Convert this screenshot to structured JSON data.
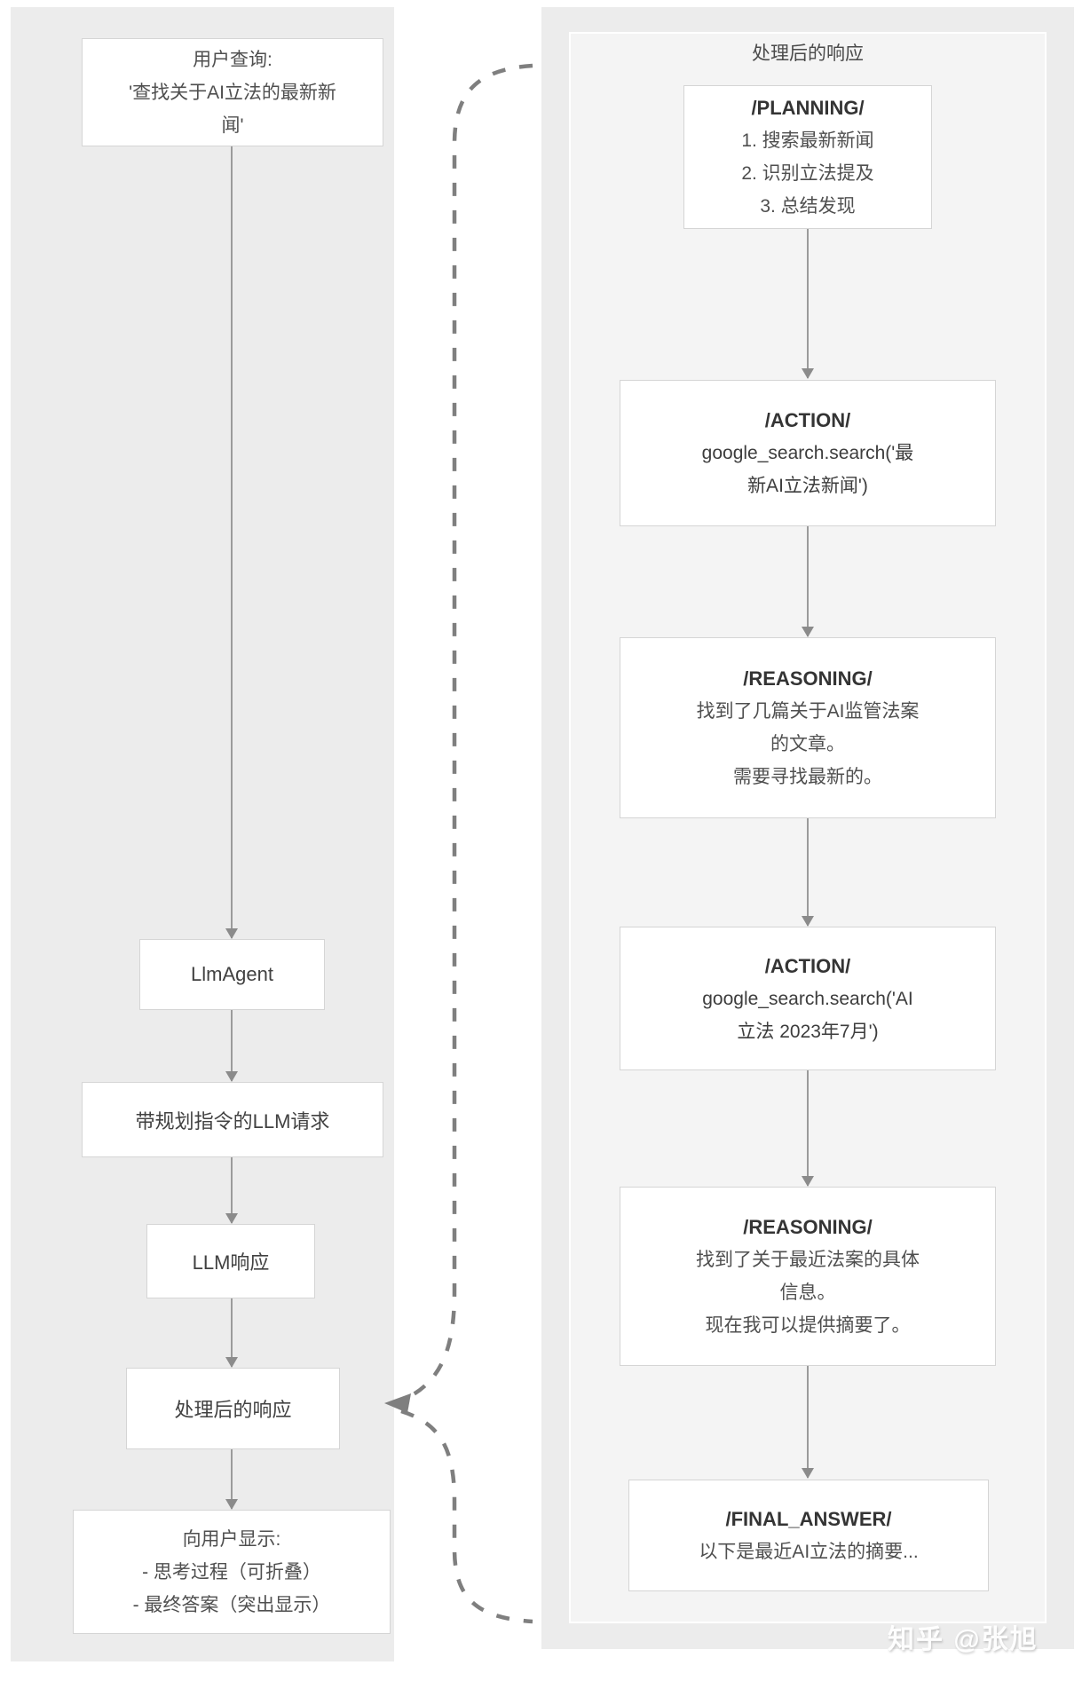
{
  "watermark": "知乎 @张旭",
  "colors": {
    "panel_bg": "#ececec",
    "inner_panel_bg": "#f4f4f4",
    "box_bg": "#ffffff",
    "box_border": "#d5d5d5",
    "arrow": "#9b9b9b",
    "dashed_brace": "#7f7f7f",
    "text": "#4f4f4f",
    "header_text": "#343434"
  },
  "left_panel": {
    "nodes": {
      "user_query": {
        "lines": [
          "用户查询:",
          "'查找关于AI立法的最新新",
          "闻'"
        ]
      },
      "llm_agent": {
        "label": "LlmAgent"
      },
      "llm_request": {
        "label": "带规划指令的LLM请求"
      },
      "llm_response": {
        "label": "LLM响应"
      },
      "processed_response": {
        "label": "处理后的响应"
      },
      "display_to_user": {
        "lines": [
          "向用户显示:",
          "- 思考过程（可折叠）",
          "- 最终答案（突出显示）"
        ]
      }
    }
  },
  "right_panel": {
    "title": "处理后的响应",
    "nodes": {
      "planning": {
        "header": "/PLANNING/",
        "lines": [
          "1. 搜索最新新闻",
          "2. 识别立法提及",
          "3. 总结发现"
        ]
      },
      "action_1": {
        "header": "/ACTION/",
        "lines": [
          "google_search.search('最",
          "新AI立法新闻')"
        ]
      },
      "reasoning_1": {
        "header": "/REASONING/",
        "lines": [
          "找到了几篇关于AI监管法案",
          "的文章。",
          "需要寻找最新的。"
        ]
      },
      "action_2": {
        "header": "/ACTION/",
        "lines": [
          "google_search.search('AI",
          "立法 2023年7月')"
        ]
      },
      "reasoning_2": {
        "header": "/REASONING/",
        "lines": [
          "找到了关于最近法案的具体",
          "信息。",
          "现在我可以提供摘要了。"
        ]
      },
      "final_answer": {
        "header": "/FINAL_ANSWER/",
        "lines": [
          "以下是最近AI立法的摘要..."
        ]
      }
    }
  }
}
